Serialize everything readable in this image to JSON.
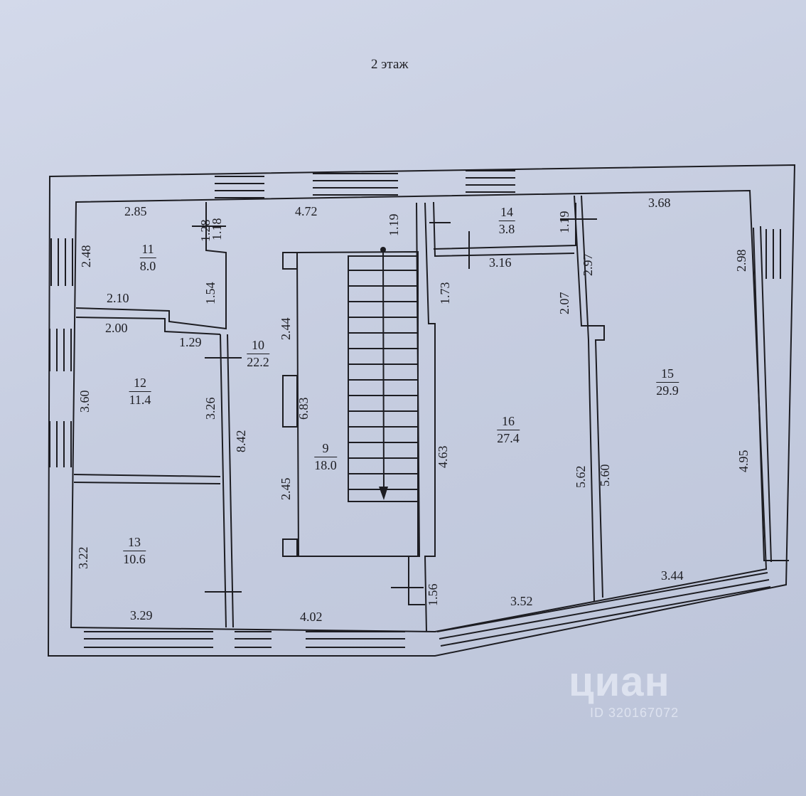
{
  "title": "2 этаж",
  "rooms": [
    {
      "num": "11",
      "area": "8.0"
    },
    {
      "num": "12",
      "area": "11.4"
    },
    {
      "num": "13",
      "area": "10.6"
    },
    {
      "num": "10",
      "area": "22.2"
    },
    {
      "num": "9",
      "area": "18.0"
    },
    {
      "num": "14",
      "area": "3.8"
    },
    {
      "num": "16",
      "area": "27.4"
    },
    {
      "num": "15",
      "area": "29.9"
    }
  ],
  "dimensions": {
    "d_285": "2.85",
    "d_128": "1.28",
    "d_118": "1.18",
    "d_472": "4.72",
    "d_119a": "1.19",
    "d_119b": "1.19",
    "d_368": "3.68",
    "d_248": "2.48",
    "d_154": "1.54",
    "d_210": "2.10",
    "d_200": "2.00",
    "d_129": "1.29",
    "d_244": "2.44",
    "d_316": "3.16",
    "d_173": "1.73",
    "d_297": "2.97",
    "d_207": "2.07",
    "d_298": "2.98",
    "d_360": "3.60",
    "d_326": "3.26",
    "d_683": "6.83",
    "d_842": "8.42",
    "d_463": "4.63",
    "d_562": "5.62",
    "d_560": "5.60",
    "d_495": "4.95",
    "d_245": "2.45",
    "d_322": "3.22",
    "d_344": "3.44",
    "d_156": "1.56",
    "d_352": "3.52",
    "d_329": "3.29",
    "d_402": "4.02"
  },
  "watermark": {
    "logo": "циан",
    "id": "ID 320167072"
  },
  "colors": {
    "ink": "#1d1d22",
    "paper": "#c9d0e2",
    "watermark": "#e8ecf6"
  }
}
